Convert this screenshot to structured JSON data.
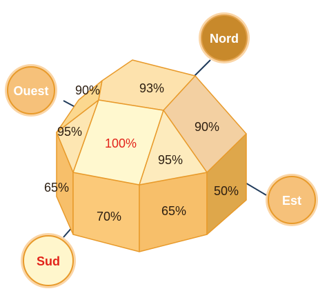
{
  "faces": {
    "top_back": "93%",
    "top_left": "90%",
    "top_right": "90%",
    "top_center": "100%",
    "upper_left": "95%",
    "upper_right": "95%",
    "west": "65%",
    "south": "70%",
    "south_east": "65%",
    "east": "50%"
  },
  "directions": {
    "north": "Nord",
    "west": "Ouest",
    "east": "Est",
    "south": "Sud"
  },
  "colors": {
    "highlight_text": "#e2231a",
    "north_badge": "#c8892b",
    "other_badge": "#f6c17a",
    "south_badge": "#fff6cc",
    "outline": "#e89a2a"
  }
}
